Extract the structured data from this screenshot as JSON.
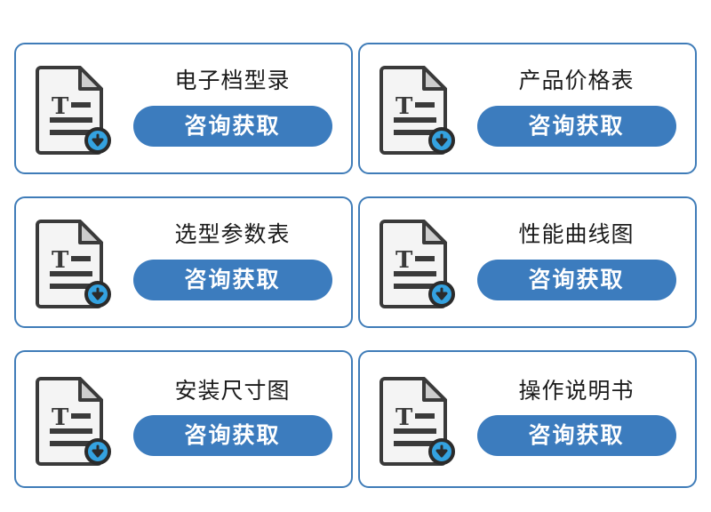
{
  "page": {
    "background_color": "#ffffff",
    "accent_color": "#3c7cbe",
    "card_border_color": "#3f7cb8",
    "title_color": "#1b1b1b",
    "button_text_color": "#ffffff"
  },
  "cards": [
    {
      "title": "电子档型录",
      "button_label": "咨询获取",
      "icon": "document-download-icon"
    },
    {
      "title": "产品价格表",
      "button_label": "咨询获取",
      "icon": "document-download-icon"
    },
    {
      "title": "选型参数表",
      "button_label": "咨询获取",
      "icon": "document-download-icon"
    },
    {
      "title": "性能曲线图",
      "button_label": "咨询获取",
      "icon": "document-download-icon"
    },
    {
      "title": "安装尺寸图",
      "button_label": "咨询获取",
      "icon": "document-download-icon"
    },
    {
      "title": "操作说明书",
      "button_label": "咨询获取",
      "icon": "document-download-icon"
    }
  ]
}
